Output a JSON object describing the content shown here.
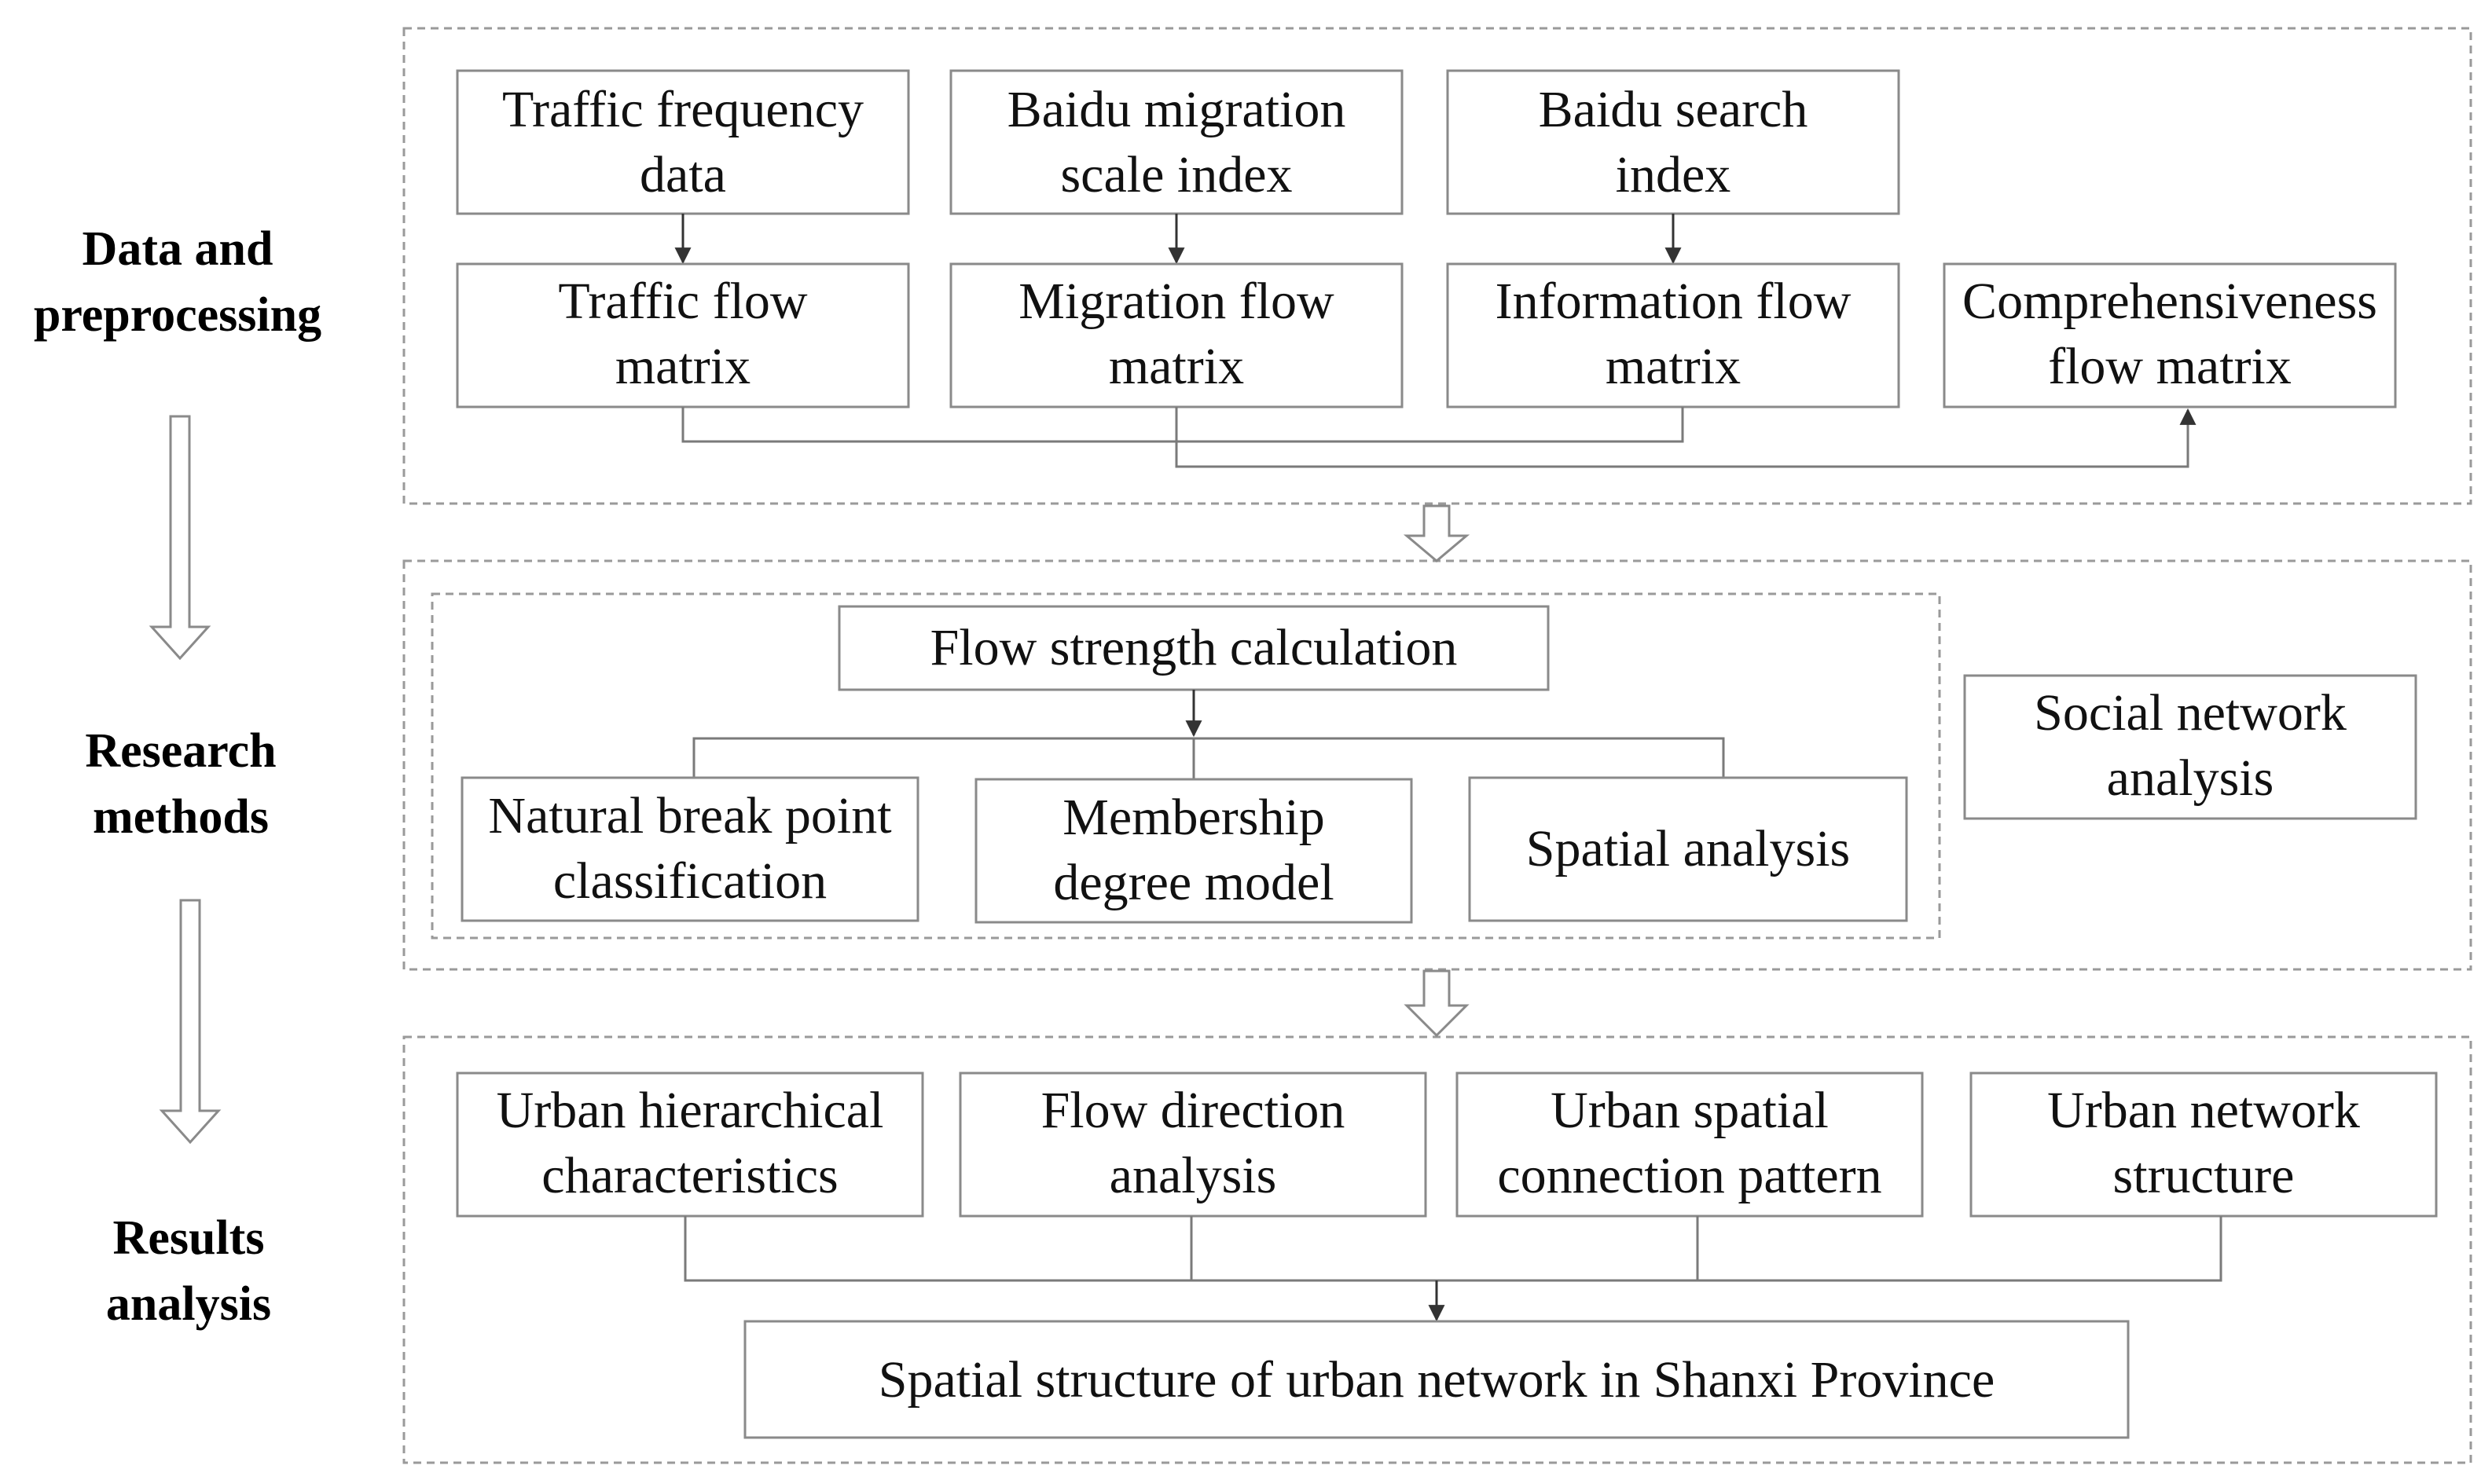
{
  "stages": [
    {
      "id": "stage-data",
      "lines": [
        "Data and",
        "preprocessing"
      ]
    },
    {
      "id": "stage-methods",
      "lines": [
        "Research",
        "methods"
      ]
    },
    {
      "id": "stage-results",
      "lines": [
        "Results",
        "analysis"
      ]
    }
  ],
  "preprocessing": {
    "sources": [
      {
        "id": "traffic-frequency",
        "lines": [
          "Traffic frequency",
          "data"
        ]
      },
      {
        "id": "baidu-migration",
        "lines": [
          "Baidu migration",
          "scale index"
        ]
      },
      {
        "id": "baidu-search",
        "lines": [
          "Baidu search",
          "index"
        ]
      }
    ],
    "matrices": [
      {
        "id": "traffic-flow",
        "lines": [
          "Traffic flow",
          "matrix"
        ]
      },
      {
        "id": "migration-flow",
        "lines": [
          "Migration flow",
          "matrix"
        ]
      },
      {
        "id": "information-flow",
        "lines": [
          "Information flow",
          "matrix"
        ]
      },
      {
        "id": "comprehensiveness-flow",
        "lines": [
          "Comprehensiveness",
          "flow matrix"
        ]
      }
    ]
  },
  "methods": {
    "flow_strength": {
      "id": "flow-strength",
      "lines": [
        "Flow strength calculation"
      ]
    },
    "sub_methods": [
      {
        "id": "natural-break",
        "lines": [
          "Natural break point",
          "classification"
        ]
      },
      {
        "id": "membership-degree",
        "lines": [
          "Membership",
          "degree model"
        ]
      },
      {
        "id": "spatial-analysis",
        "lines": [
          "Spatial analysis"
        ]
      }
    ],
    "social_network": {
      "id": "social-network",
      "lines": [
        "Social network",
        "analysis"
      ]
    }
  },
  "results": {
    "items": [
      {
        "id": "urban-hierarchical",
        "lines": [
          "Urban hierarchical",
          "characteristics"
        ]
      },
      {
        "id": "flow-direction",
        "lines": [
          "Flow direction",
          "analysis"
        ]
      },
      {
        "id": "urban-spatial-connection",
        "lines": [
          "Urban spatial",
          "connection pattern"
        ]
      },
      {
        "id": "urban-network-structure",
        "lines": [
          "Urban network",
          "structure"
        ]
      }
    ],
    "final": {
      "id": "spatial-structure",
      "lines": [
        "Spatial structure of urban network in Shanxi Province"
      ]
    }
  },
  "colors": {
    "box_stroke": "#8a8a8a",
    "dashed_stroke": "#9a9a9a",
    "connector": "#7a7a7a",
    "arrowhead": "#333333"
  }
}
